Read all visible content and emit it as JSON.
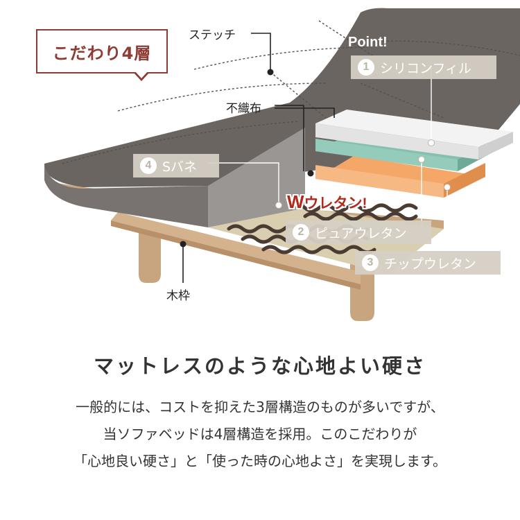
{
  "badge": {
    "text": "こだわり4層"
  },
  "callouts": {
    "stitch": "ステッチ",
    "nonwoven": "不織布",
    "wood_frame": "木枠"
  },
  "point_label": "Point!",
  "layers": [
    {
      "num": "1",
      "label": "シリコンフィル"
    },
    {
      "num": "2",
      "label": "ピュアウレタン"
    },
    {
      "num": "3",
      "label": "チップウレタン"
    },
    {
      "num": "4",
      "label": "Sバネ"
    }
  ],
  "w_urethane": {
    "w": "W",
    "text": "ウレタン!"
  },
  "headline": "マットレスのような心地よい硬さ",
  "body_lines": [
    "一般的には、コストを抑えた3層構造のものが多いですが、",
    "当ソファベッドは4層構造を採用。このこだわりが",
    "「心地良い硬さ」と「使った時の心地よさ」を実現します。"
  ],
  "colors": {
    "badge": "#8e3b33",
    "fabric": "#6b6562",
    "wood": "#c9a57f",
    "silicone_fill": "#e6e6e6",
    "pure_urethane": "#86c1b0",
    "chip_urethane": "#f4a766",
    "w_urethane_text": "#b12a1c",
    "pill": "#d6cfc4"
  }
}
